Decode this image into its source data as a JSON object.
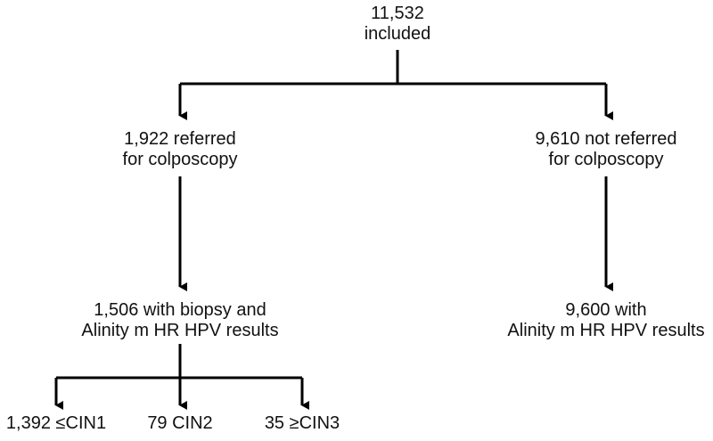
{
  "flowchart": {
    "root": {
      "line1": "11,532",
      "line2": "included"
    },
    "left": {
      "referred": {
        "line1": "1,922 referred",
        "line2": "for colposcopy"
      },
      "biopsy": {
        "line1": "1,506 with biopsy and",
        "line2": "Alinity m HR HPV results"
      },
      "outcomes": [
        "1,392 ≤CIN1",
        "79 CIN2",
        "35 ≥CIN3"
      ]
    },
    "right": {
      "not_referred": {
        "line1": "9,610 not referred",
        "line2": "for colposcopy"
      },
      "hpv": {
        "line1": "9,600 with",
        "line2": "Alinity m HR HPV results"
      }
    }
  }
}
